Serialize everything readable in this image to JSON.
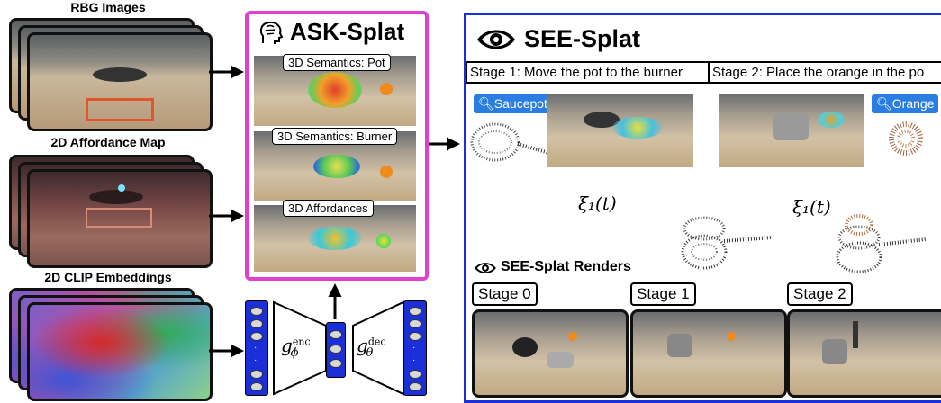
{
  "left": {
    "rgb_title": "RBG Images",
    "aff_title": "2D Affordance Map",
    "clip_title": "2D CLIP Embeddings"
  },
  "ask": {
    "title": "ASK-Splat",
    "sem_pot": "3D Semantics: Pot",
    "sem_burner": "3D Semantics: Burner",
    "affordances": "3D Affordances",
    "brain_icon": "brain-head-icon"
  },
  "network": {
    "encoder_symbol": "g",
    "encoder_sub": "ϕ",
    "encoder_sup": "enc",
    "decoder_symbol": "g",
    "decoder_sub": "θ",
    "decoder_sup": "dec"
  },
  "see": {
    "title": "SEE-Splat",
    "eye_icon": "eye-icon",
    "stage1_head": "Stage 1: Move the pot to the burner",
    "stage2_head": "Stage 2: Place the orange in the po",
    "saucepot_tag": "Saucepot",
    "orange_tag": "Orange",
    "xi1": "ξ₁(t)",
    "xi2": "ξ₁(t)",
    "renders_title": "SEE-Splat Renders",
    "stage0": "Stage 0",
    "stage1": "Stage 1",
    "stage2": "Stage 2"
  },
  "colors": {
    "ask_border": "#e040d0",
    "see_border": "#1a2fd8",
    "tag_blue": "#2a7de1"
  }
}
